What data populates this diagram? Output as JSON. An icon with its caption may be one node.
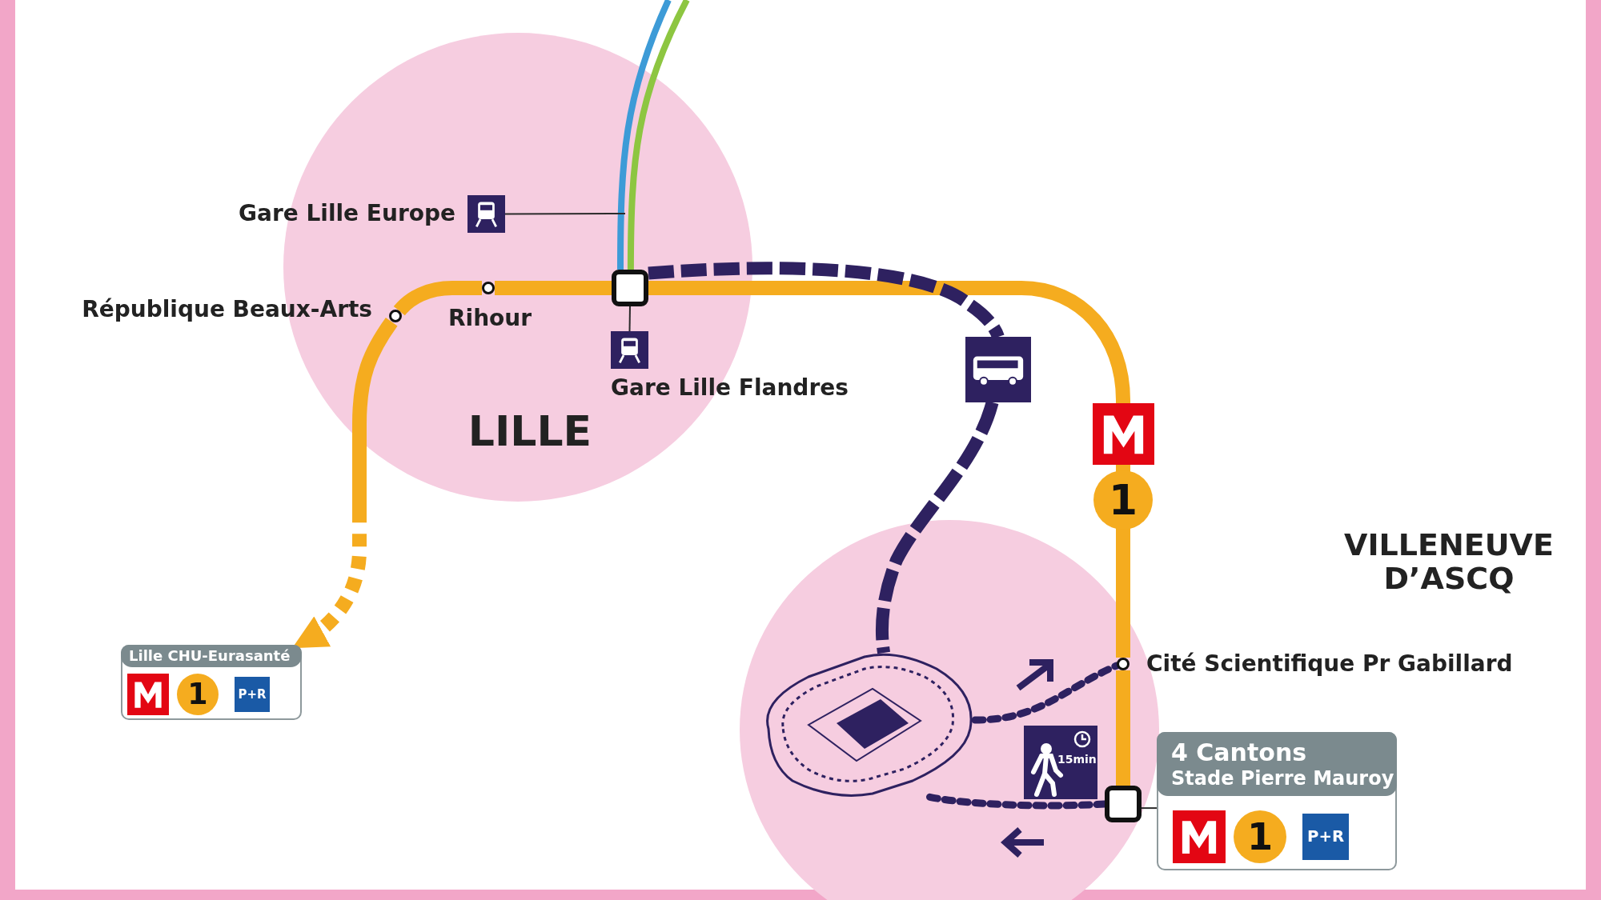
{
  "diagram": {
    "nodes": [
      {
        "text": [
          "LILLE"
        ]
      },
      {
        "text": [],
        "shape": "picture",
        "beside": [
          "Gare Lille Europe"
        ],
        "in": 0
      },
      {
        "text": [],
        "shape": "box",
        "in": 0
      },
      {
        "text": [],
        "shape": "circle",
        "beside": [
          "Rihour"
        ],
        "in": 0
      },
      {
        "text": [],
        "shape": "circle",
        "beside": [
          "République Beaux-Arts"
        ],
        "in": 0
      },
      {
        "text": [
          "Lille CHU-Eurasanté",
          "1",
          "P+R"
        ]
      },
      {
        "text": [],
        "shape": "picture"
      },
      {
        "text": [],
        "shape": "picture"
      },
      {
        "text": [],
        "shape": "circle",
        "beside": [
          "Cité Scientifique Pr Gabillard"
        ]
      },
      {
        "text": [],
        "shape": "box"
      },
      {
        "text": [
          "4 Cantons",
          "Stade Pierre Mauroy",
          "1",
          "P+R"
        ]
      },
      {
        "text": [
          "15min"
        ]
      },
      {
        "text": [],
        "shape": "picture",
        "beside": [
          "Gare Lille Flandres"
        ],
        "in": 0
      }
    ],
    "edges": [
      {
        "from": null,
        "to": 2,
        "arrow": "none",
        "color": "#3d9bd7"
      },
      {
        "from": null,
        "to": 2,
        "arrow": "none",
        "color": "#8dc641"
      },
      {
        "from": 1,
        "to": null,
        "arrow": "none",
        "color": "#2b2b2b"
      },
      {
        "from": 2,
        "to": 3,
        "arrow": "none",
        "style": "thick"
      },
      {
        "from": 3,
        "to": 4,
        "arrow": "none",
        "style": "thick"
      },
      {
        "from": 4,
        "to": 5,
        "arrow": "to",
        "style": "dashed"
      },
      {
        "from": 2,
        "to": 8,
        "arrow": "none",
        "style": "thick"
      },
      {
        "from": 8,
        "to": 9,
        "arrow": "none",
        "style": "thick"
      },
      {
        "from": 2,
        "to": 6,
        "arrow": "none",
        "style": "dashed",
        "color": "#2e2160"
      },
      {
        "from": 6,
        "to": 7,
        "arrow": "none",
        "style": "dashed",
        "color": "#2e2160"
      },
      {
        "from": 7,
        "to": 8,
        "arrow": "none",
        "style": "dashed",
        "color": "#2e2160"
      },
      {
        "from": 9,
        "to": 7,
        "arrow": "none",
        "style": "dashed",
        "color": "#2e2160"
      },
      {
        "from": 9,
        "to": 10,
        "arrow": "none",
        "color": "#2b2b2b"
      },
      {
        "from": 2,
        "to": 12,
        "arrow": "none",
        "color": "#2b2b2b"
      }
    ],
    "labels": [
      "1",
      "VILLENEUVE D’ASCQ"
    ]
  }
}
